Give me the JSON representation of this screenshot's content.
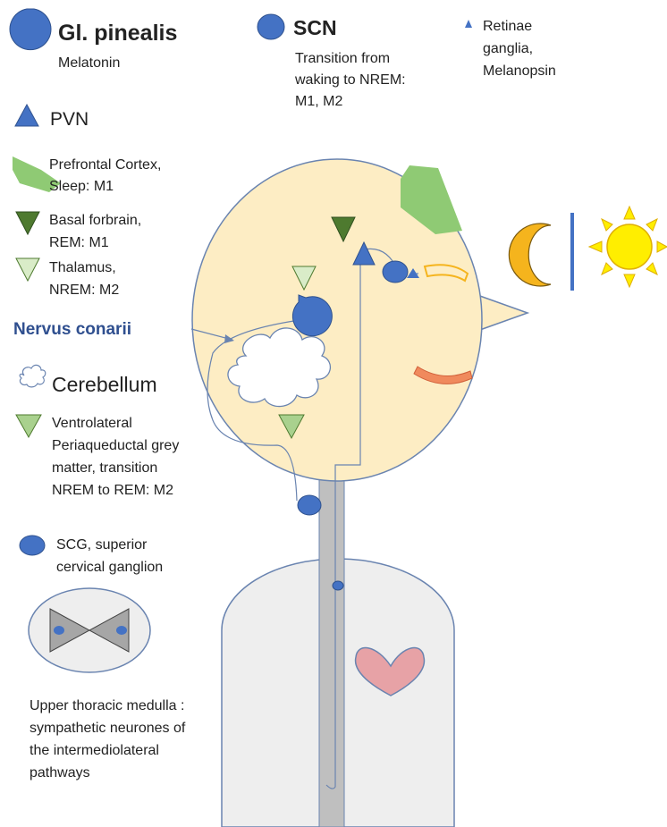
{
  "colors": {
    "head_fill": "#fdedc4",
    "body_fill": "#eeeeee",
    "outline": "#6a84b0",
    "blue": "#4472c4",
    "blue_dark": "#2f528f",
    "green_light": "#8fca74",
    "green_dark": "#4e7a2f",
    "green_pale": "#d9ecc8",
    "green_mid": "#a9d18e",
    "heart": "#e7a2a6",
    "mouth": "#f08a5d",
    "moon": "#f5b41d",
    "sun": "#ffee00",
    "spine": "#bfbfbf",
    "nerve_text": "#2f4f8f"
  },
  "legend": {
    "pineal_title": "Gl. pinealis",
    "pineal_sub": "Melatonin",
    "scn_title": "SCN",
    "scn_line1": "Transition from",
    "scn_line2": "waking to NREM:",
    "scn_line3": "M1, M2",
    "retina_line1": "Retinae",
    "retina_line2": "ganglia,",
    "retina_line3": "Melanopsin",
    "pvn_title": "PVN",
    "prefrontal_line1": "Prefrontal Cortex,",
    "prefrontal_line2": "Sleep: M1",
    "basal_line1": "Basal forbrain,",
    "basal_line2": "REM: M1",
    "thalamus_line1": "Thalamus,",
    "thalamus_line2": "NREM: M2",
    "nervus": "Nervus conarii",
    "cerebellum": "Cerebellum",
    "vl_line1": "Ventrolateral",
    "vl_line2": "Periaqueductal grey",
    "vl_line3": "matter, transition",
    "vl_line4": "NREM to REM: M2",
    "scg_line1": "SCG, superior",
    "scg_line2": "cervical ganglion",
    "medulla_line1": "Upper thoracic medulla :",
    "medulla_line2": "sympathetic neurones of",
    "medulla_line3": "the intermediolateral",
    "medulla_line4": "pathways"
  },
  "icons": {
    "pineal": "blue-teardrop-circle-icon",
    "scn": "blue-ellipse-icon",
    "retina": "small-blue-triangle-icon",
    "pvn": "blue-triangle-icon",
    "prefrontal": "green-hexagon-icon",
    "basal": "dark-green-down-triangle-icon",
    "thalamus": "pale-green-down-triangle-icon",
    "cerebellum": "cloud-icon",
    "vl": "green-down-triangle-icon",
    "scg": "blue-ellipse-icon",
    "medulla": "spinal-cross-section-icon",
    "moon": "crescent-moon-icon",
    "sun": "sun-icon",
    "heart": "heart-icon"
  }
}
